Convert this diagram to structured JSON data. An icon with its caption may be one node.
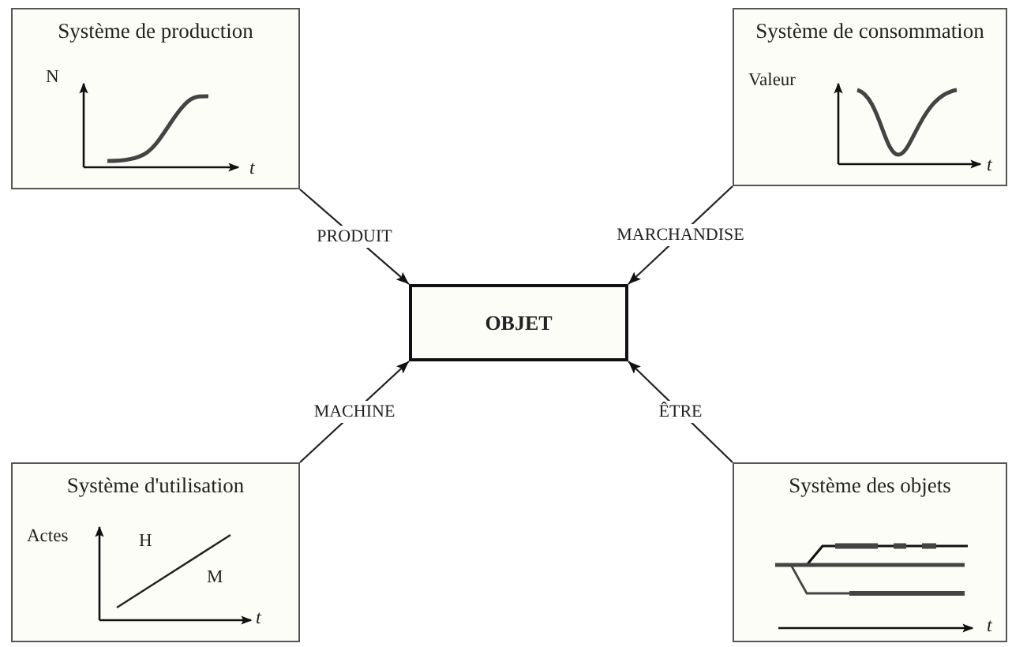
{
  "diagram": {
    "nodes": [
      {
        "text": [
          "Système de production",
          "N",
          "t"
        ]
      },
      {
        "text": [
          "Système de consommation",
          "Valeur",
          "t"
        ]
      },
      {
        "text": [
          "OBJET"
        ]
      },
      {
        "text": [
          "Système d'utilisation",
          "Actes",
          "H",
          "M",
          "t"
        ]
      },
      {
        "text": [
          "Système des objets",
          "t"
        ]
      }
    ],
    "edges": [
      {
        "from": 0,
        "to": 2,
        "arrow": "to",
        "label": "PRODUIT"
      },
      {
        "from": 1,
        "to": 2,
        "arrow": "to",
        "label": "MARCHANDISE"
      },
      {
        "from": 3,
        "to": 2,
        "arrow": "to",
        "label": "MACHINE"
      },
      {
        "from": 4,
        "to": 2,
        "arrow": "to",
        "label": "ÊTRE"
      }
    ]
  }
}
